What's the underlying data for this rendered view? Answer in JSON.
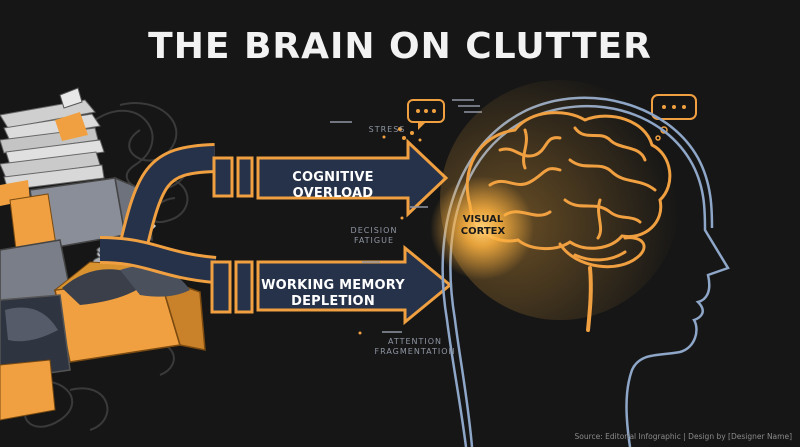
{
  "title": "THE BRAIN ON CLUTTER",
  "labels": {
    "stress": "STRESS",
    "decision": "DECISION\nFATIGUE",
    "attention": "ATTENTION\nFRAGMENTATION"
  },
  "banners": {
    "cognitive": "COGNITIVE OVERLOAD",
    "memory": "WORKING MEMORY\nDEPLETION"
  },
  "brain_region": "VISUAL\nCORTEX",
  "footer": "Source: Editorial Infographic | Design by [Designer Name]",
  "colors": {
    "background": "#161616",
    "accent": "#f0a040",
    "arrow_fill": "#26324a",
    "outline": "#8ea6c8",
    "glow": "#ffb340"
  }
}
